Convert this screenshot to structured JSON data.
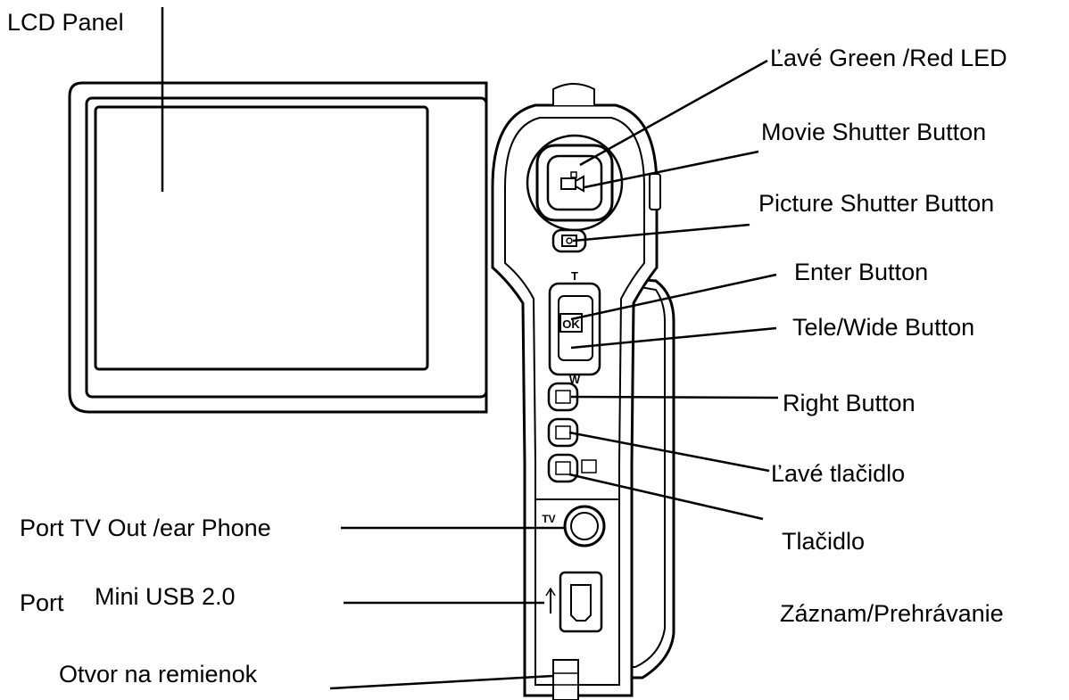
{
  "labels": {
    "lcd_panel": "LCD Panel",
    "led": "Ľavé Green /Red LED",
    "movie_shutter": "Movie Shutter Button",
    "picture_shutter": "Picture Shutter Button",
    "enter": "Enter Button",
    "tele_wide": "Tele/Wide Button",
    "right": "Right Button",
    "left": "Ľavé tlačidlo",
    "record_play_1": "Tlačidlo",
    "record_play_2": "Záznam/Prehrávanie",
    "tv_out": "Port TV Out /ear Phone",
    "usb_port": "Port",
    "usb_name": "Mini USB 2.0",
    "strap": "Otvor na remienok"
  },
  "device_marks": {
    "tele": "T",
    "ok": "OK",
    "wide": "W",
    "tv": "TV"
  }
}
